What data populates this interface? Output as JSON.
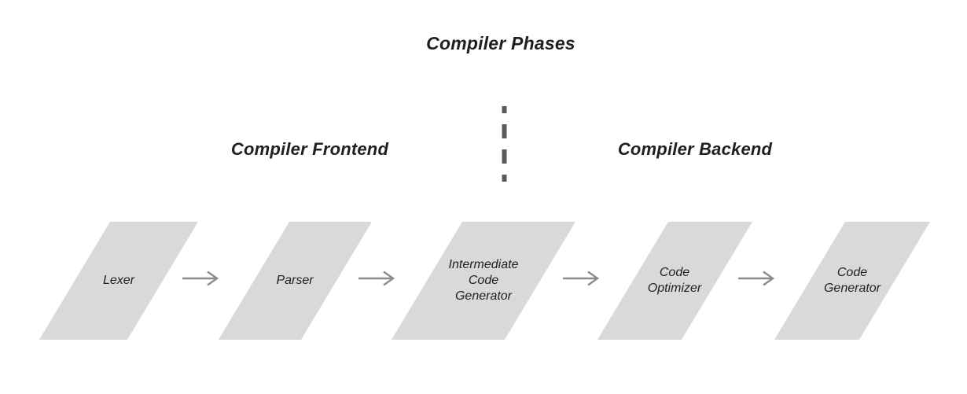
{
  "title": "Compiler Phases",
  "sections": {
    "frontend_label": "Compiler Frontend",
    "backend_label": "Compiler Backend"
  },
  "stages": [
    {
      "label": "Lexer"
    },
    {
      "label": "Parser"
    },
    {
      "label": "Intermediate\nCode\nGenerator"
    },
    {
      "label": "Code\nOptimizer"
    },
    {
      "label": "Code\nGenerator"
    }
  ],
  "icons": {
    "flow_arrow": "right-arrow",
    "section_divider": "vertical-dashed-line"
  },
  "colors": {
    "background": "#ffffff",
    "shape-fill": "#d9d9d9",
    "text": "#1f1f1f",
    "arrow": "#8c8c8c",
    "divider": "#5a5a5a"
  }
}
